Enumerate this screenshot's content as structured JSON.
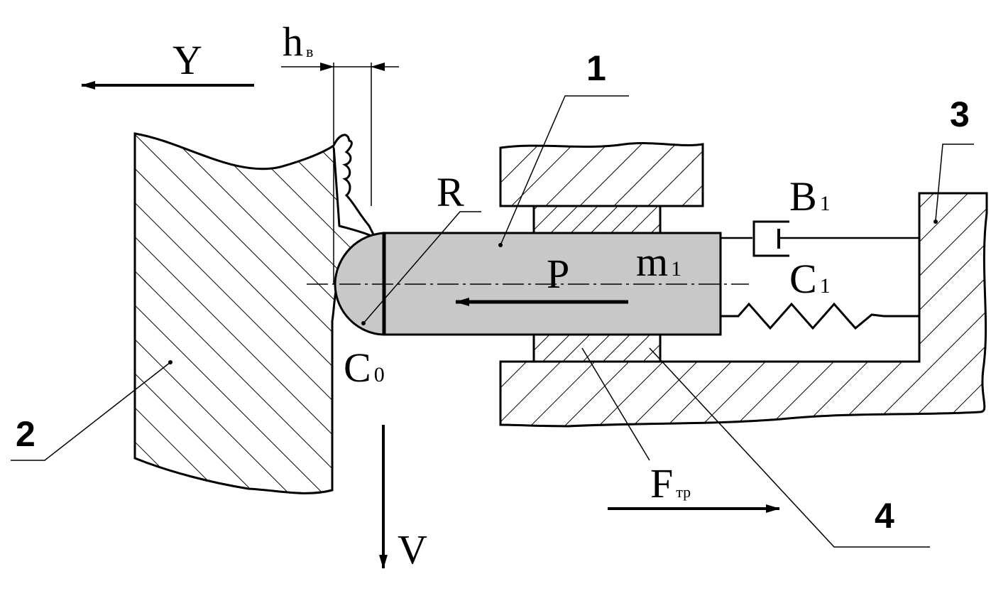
{
  "labels": {
    "part1": "1",
    "part2": "2",
    "part3": "3",
    "part4": "4",
    "Y": "Y",
    "V": "V",
    "R": "R",
    "P": "P",
    "h_main": "h",
    "h_sub": "в",
    "m_main": "m",
    "m_sub": "1",
    "B_main": "B",
    "B_sub": "1",
    "C1_main": "C",
    "C1_sub": "1",
    "C0_main": "C",
    "C0_sub": "0",
    "F_main": "F",
    "F_sub": "тр"
  },
  "colors": {
    "line": "#000000",
    "indenter_fill": "#c8c8c8",
    "background": "#ffffff"
  }
}
